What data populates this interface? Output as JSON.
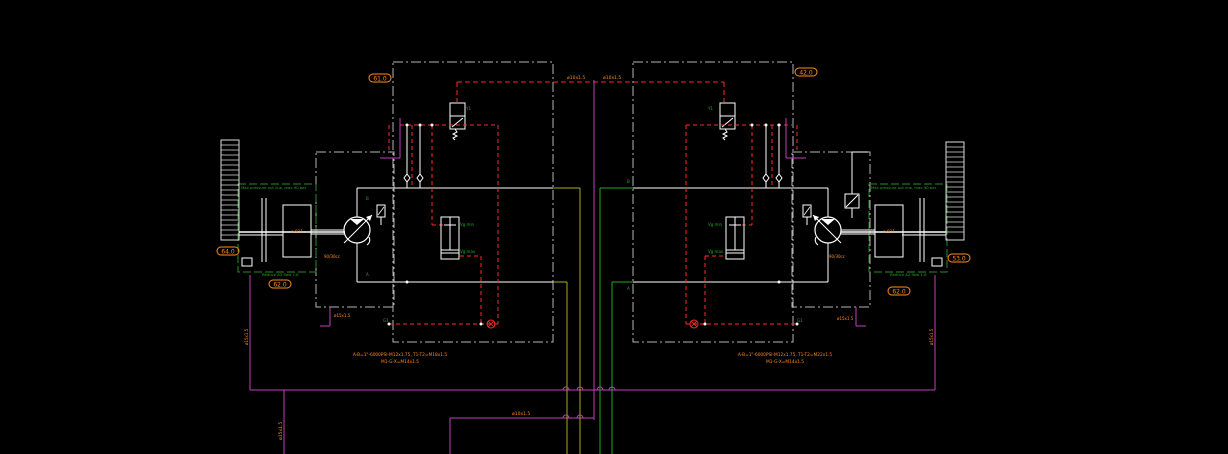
{
  "diagram": {
    "background": "#000000",
    "colors": {
      "frame": "#b4b4b4",
      "pilot": "#ff2a2a",
      "line": "#ffffff",
      "drain": "#c040c0",
      "green": "#22aa22",
      "yellow": "#aaaa22",
      "tag": "#ff8c1a",
      "text": "#ff8c1a"
    },
    "left": {
      "tag_top": "61.0",
      "tag_side": "64.0",
      "tag_bottom": "62.0",
      "motor_label": "n-931",
      "motor_disp": "90/30cc",
      "note_top": "Max pressure out line, max 90 bar",
      "note_bottom": "Reduce A2 flow 1.8",
      "drain_label": "ø15x1.5",
      "vert_label": "ø15x1.5",
      "label_a": "B",
      "label_b": "A",
      "cyl_label_1": "Vg min",
      "cyl_label_2": "Vg max",
      "valve_label": "Y1",
      "port_g": "G1",
      "caption_1": "A-B=1\"-6000PSI-M12x1.75, T1-T2=M18x1.5",
      "caption_2": "M1-G-X=M14x1.5"
    },
    "right": {
      "tag_top": "42.0",
      "tag_side": "53.0",
      "tag_bottom": "62.0",
      "motor_label": "n-931",
      "motor_disp": "90/30cc",
      "note_top": "Max pressure out line, max 90 bar",
      "note_bottom": "Reduce A2 flow 1.8",
      "drain_label": "ø15x1.5",
      "vert_label": "ø15x1.5",
      "label_a": "B",
      "label_b": "A",
      "cyl_label_1": "Vg min",
      "cyl_label_2": "Vg max",
      "valve_label": "Y1",
      "port_g": "G1",
      "caption_1": "A-B=1\"-6000PSI-M12x1.75, T1-T2=M22x1.5",
      "caption_2": "M1-G-X=M14x1.5"
    },
    "pipe_top_1": "ø10x1.5",
    "pipe_top_2": "ø10x1.5",
    "pipe_bottom": "ø10x1.5",
    "pipe_vert": "ø15x1.5"
  }
}
